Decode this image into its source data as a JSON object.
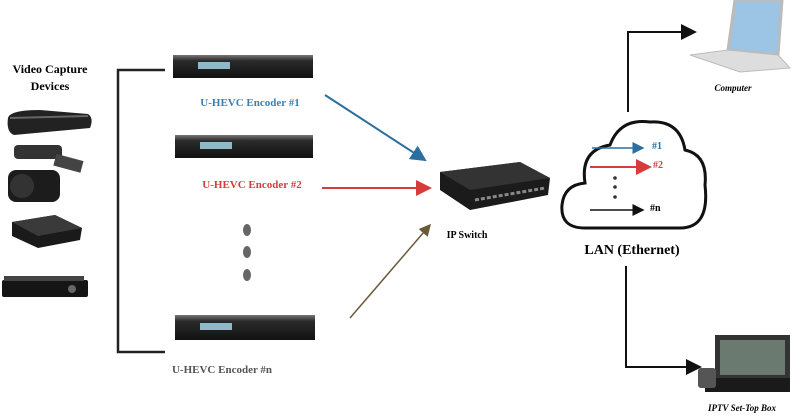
{
  "sources": {
    "title_line1": "Video Capture",
    "title_line2": "Devices"
  },
  "encoders": [
    {
      "label": "U-HEVC Encoder #1",
      "color": "#3a7fb5"
    },
    {
      "label": "U-HEVC Encoder #2",
      "color": "#d83b3b"
    },
    {
      "label": "U-HEVC Encoder #n",
      "color": "#555555"
    }
  ],
  "switch": {
    "label": "IP Switch"
  },
  "network": {
    "label": "LAN (Ethernet)",
    "streams": [
      "#1",
      "#2",
      "#n"
    ]
  },
  "clients": {
    "computer": "Computer",
    "settop": "IPTV Set-Top Box"
  }
}
